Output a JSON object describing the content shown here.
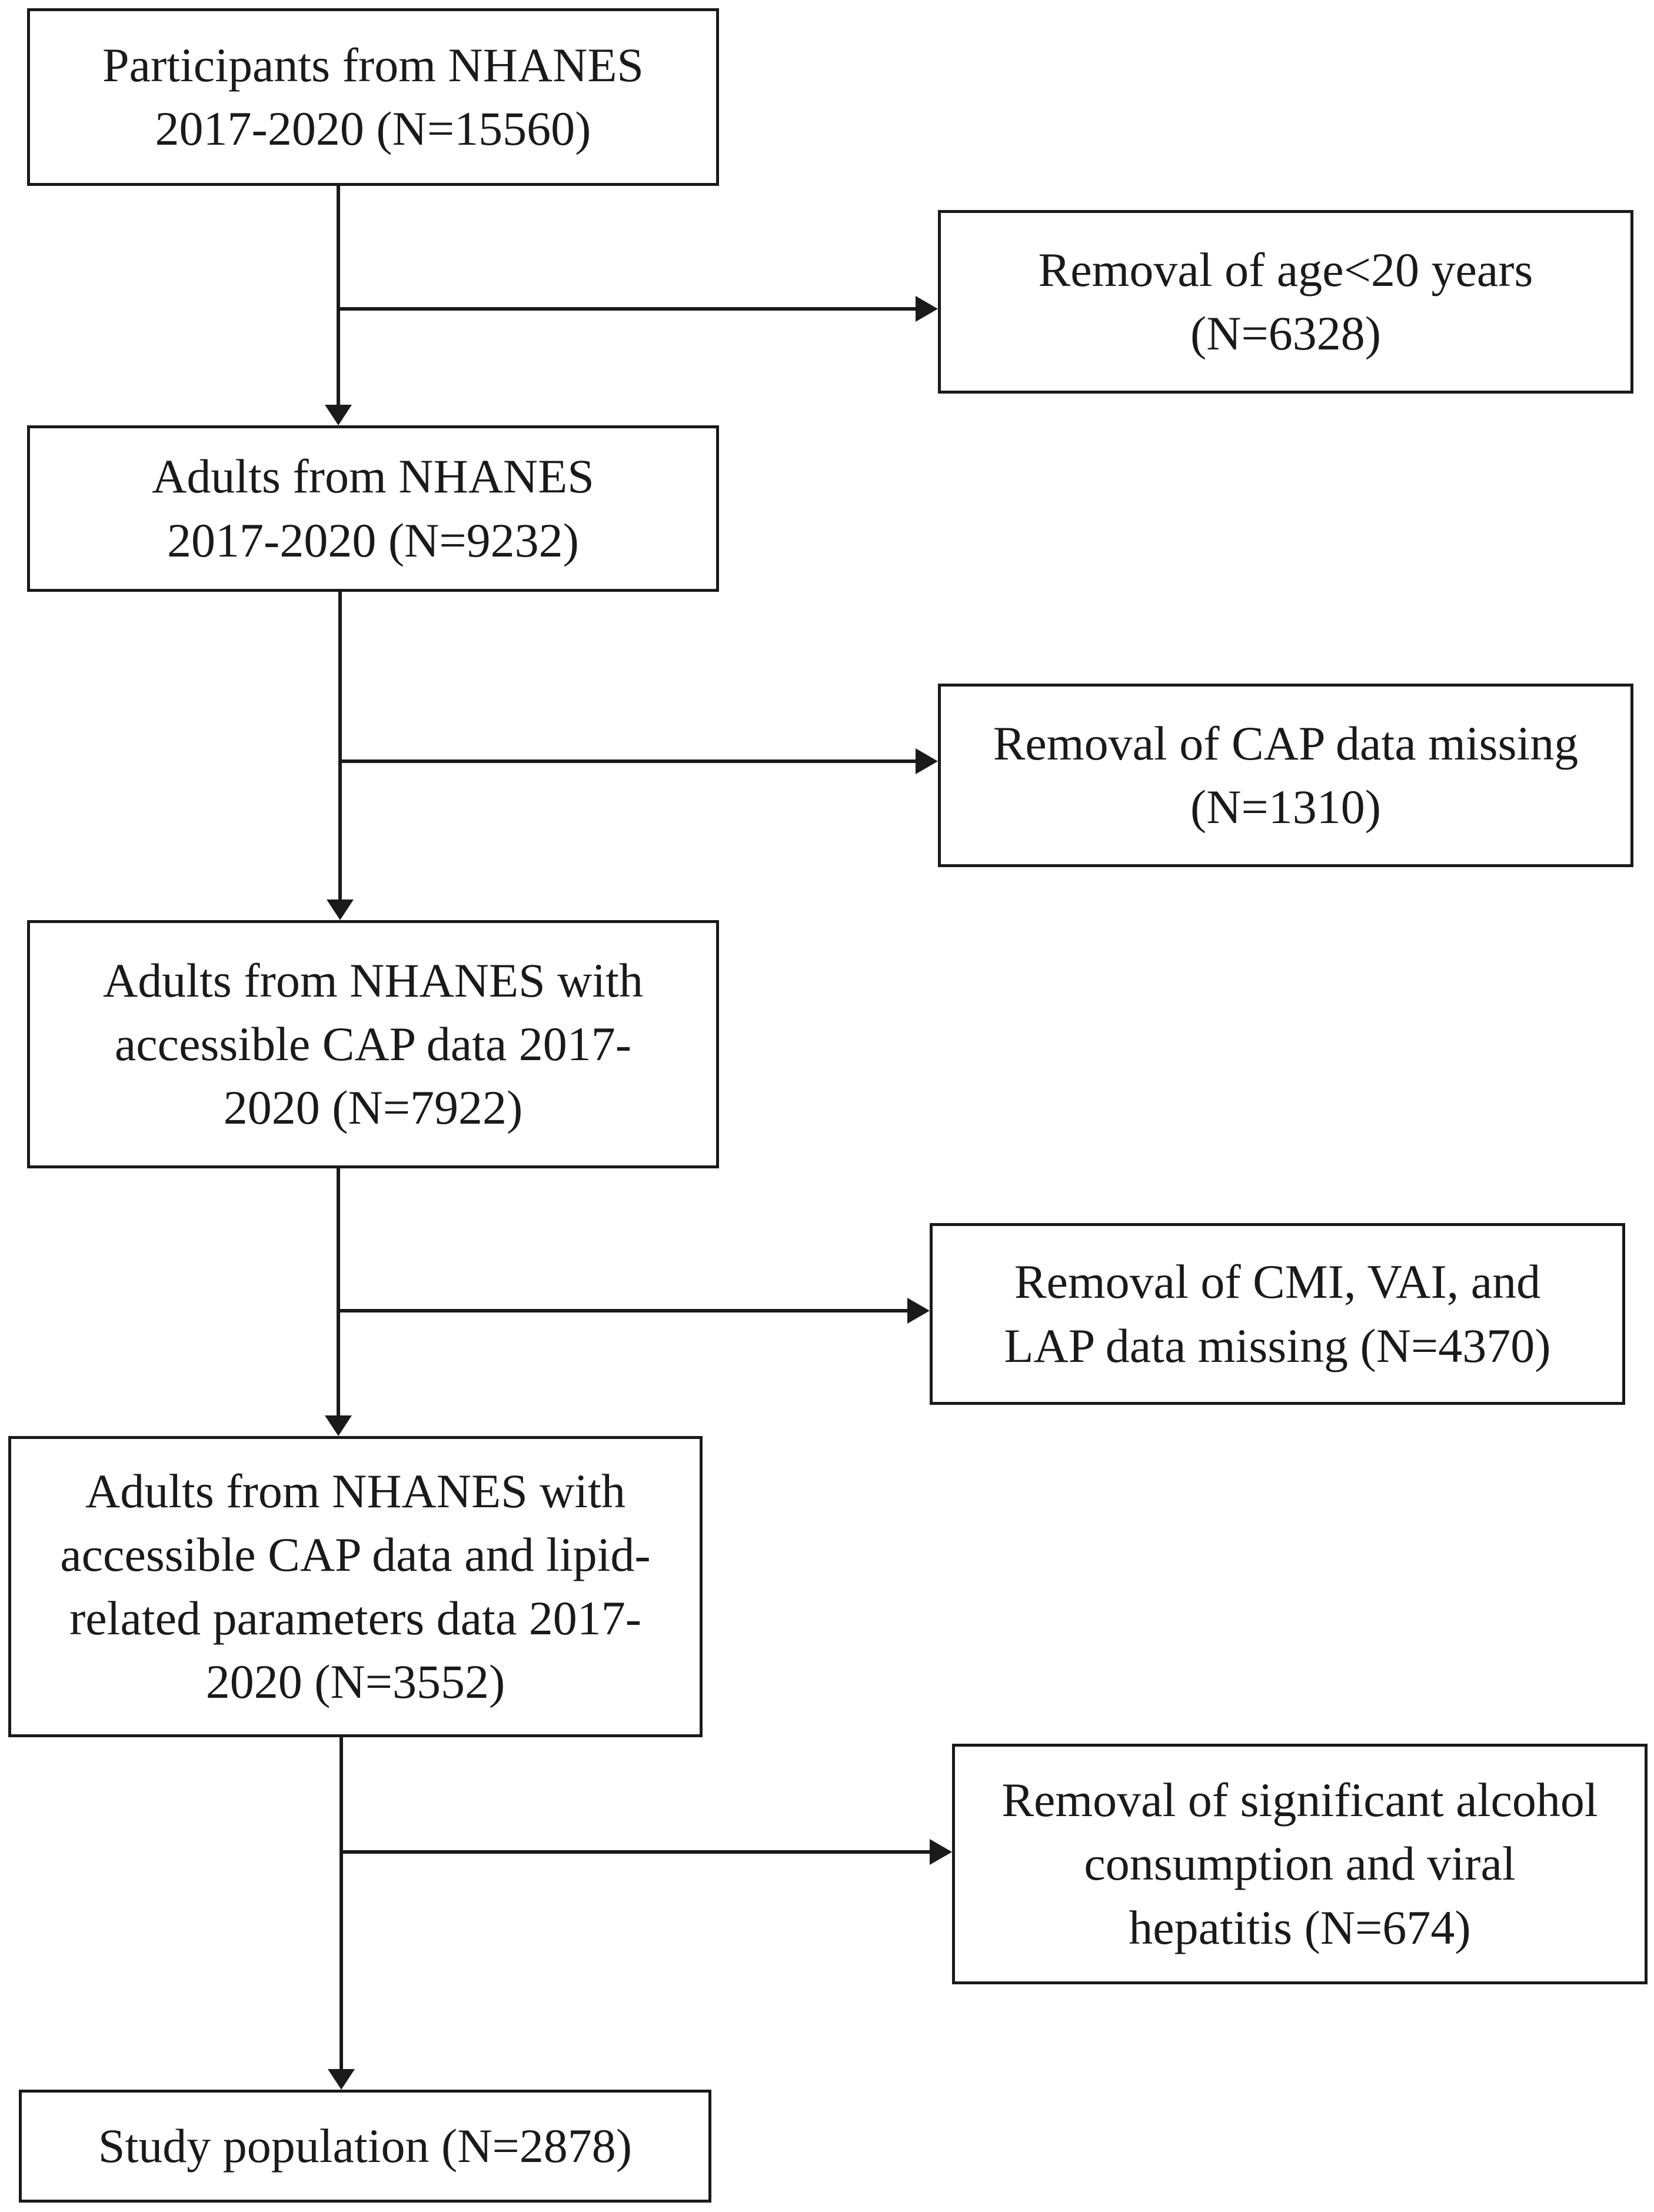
{
  "flowchart": {
    "main_steps": [
      {
        "id": "b1",
        "text": "Participants from NHANES\n2017-2020 (N=15560)"
      },
      {
        "id": "b2",
        "text": "Adults from NHANES\n2017-2020 (N=9232)"
      },
      {
        "id": "b3",
        "text": "Adults from NHANES with\naccessible CAP data 2017-\n2020 (N=7922)"
      },
      {
        "id": "b4",
        "text": "Adults from NHANES with\naccessible CAP data and lipid-\nrelated parameters data 2017-\n2020 (N=3552)"
      },
      {
        "id": "b5",
        "text": "Study population (N=2878)"
      }
    ],
    "exclusions": [
      {
        "id": "e1",
        "text": "Removal of age<20 years\n(N=6328)"
      },
      {
        "id": "e2",
        "text": "Removal of CAP data missing\n(N=1310)"
      },
      {
        "id": "e3",
        "text": "Removal of CMI, VAI, and\nLAP data missing (N=4370)"
      },
      {
        "id": "e4",
        "text": "Removal of significant alcohol\nconsumption and viral\nhepatitis (N=674)"
      }
    ]
  },
  "colors": {
    "stroke": "#1a1a1a",
    "background": "#ffffff"
  }
}
